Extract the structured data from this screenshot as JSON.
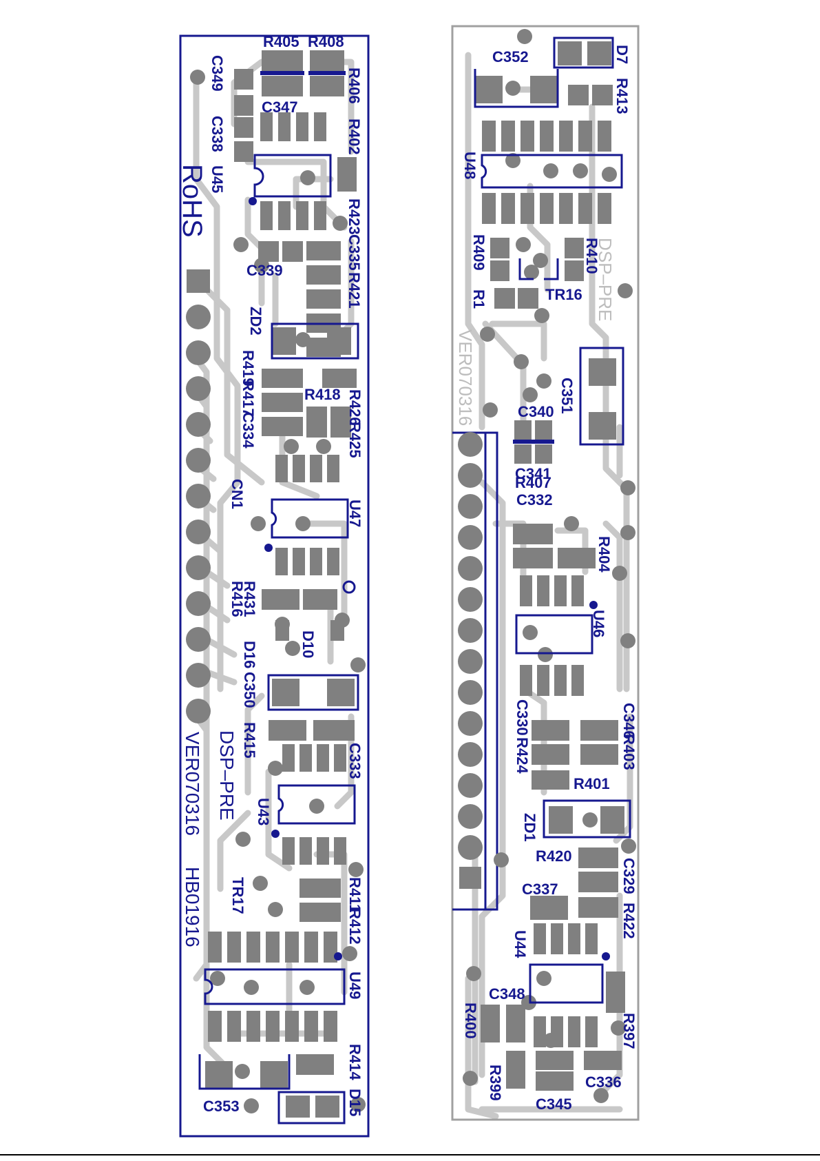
{
  "colors": {
    "copper_pad": "#808080",
    "trace": "#c8c8c8",
    "silkscreen": "#16188f",
    "board_edge_right": "#a0a0a0",
    "background": "#ffffff"
  },
  "left_board": {
    "logo": "RoHS",
    "board_name": "DSP–PRE",
    "version": "VER070316",
    "part_number": "HB01916",
    "components": [
      "R405",
      "R408",
      "C349",
      "R406",
      "C347",
      "C338",
      "R402",
      "U45",
      "R423",
      "C335",
      "C339",
      "R421",
      "ZD2",
      "R419",
      "R417",
      "C334",
      "R418",
      "R426",
      "R425",
      "CN1",
      "U47",
      "R431",
      "R416",
      "D16",
      "D10",
      "C350",
      "R415",
      "C333",
      "U43",
      "TR17",
      "R411",
      "R412",
      "U49",
      "R414",
      "D15",
      "C353"
    ]
  },
  "right_board": {
    "board_name": "DSP–PRE",
    "version": "VER070316",
    "components": [
      "C352",
      "D7",
      "R413",
      "U48",
      "R409",
      "R410",
      "R1",
      "TR16",
      "C351",
      "C340",
      "C341",
      "R407",
      "C332",
      "R404",
      "U46",
      "C330",
      "R424",
      "C346",
      "R403",
      "R401",
      "ZD1",
      "R420",
      "C329",
      "C337",
      "R422",
      "U44",
      "C348",
      "R400",
      "R397",
      "R399",
      "C345",
      "C336"
    ]
  }
}
